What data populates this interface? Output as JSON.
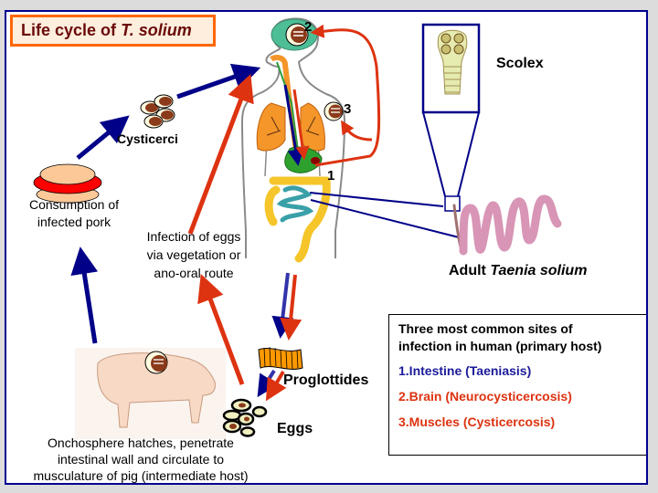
{
  "title": {
    "prefix": "Life cycle of ",
    "species_italic": "T. solium"
  },
  "labels": {
    "cysticerci": "Cysticerci",
    "consumption": [
      "Consumption of",
      "infected pork"
    ],
    "infection_eggs": [
      "Infection of eggs",
      "via vegetation or",
      "ano-oral route"
    ],
    "onchosphere": [
      "Onchosphere hatches, penetrate",
      "intestinal wall and circulate to",
      "musculature of pig (intermediate host)"
    ],
    "proglottides": "Proglottides",
    "eggs": "Eggs",
    "scolex": "Scolex",
    "adult_prefix": "Adult ",
    "adult_italic": "Taenia solium"
  },
  "site_numbers": [
    "1",
    "2",
    "3"
  ],
  "sites_box": {
    "heading": [
      "Three most common sites of",
      "infection in human (primary host)"
    ],
    "items": [
      {
        "text": "1.Intestine (Taeniasis)",
        "color": "#1a1a9a"
      },
      {
        "text": "2.Brain (Neurocysticercosis)",
        "color": "#dd3311"
      },
      {
        "text": "3.Muscles (Cysticercosis)",
        "color": "#dd3311"
      }
    ]
  },
  "colors": {
    "blue_arrow": "#000088",
    "red_arrow": "#dd3311",
    "border": "#000090",
    "title_border": "#ff6600",
    "title_text": "#6b0a0a",
    "title_bg": "#fdeedd"
  }
}
